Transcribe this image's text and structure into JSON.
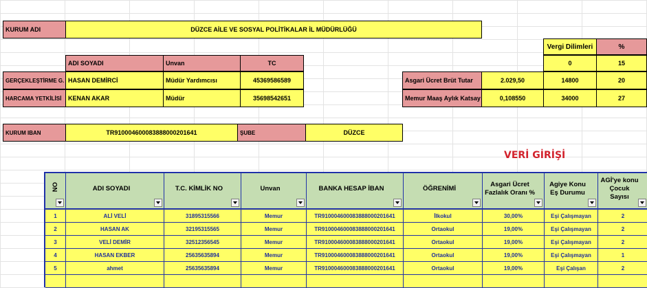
{
  "header": {
    "kurum_adi_label": "KURUM ADI",
    "kurum_adi_value": "DÜZCE AİLE VE SOSYAL POLİTİKALAR İL MÜDÜRLÜĞÜ"
  },
  "people": {
    "col_name": "ADI SOYADI",
    "col_title": "Unvan",
    "col_tc": "TC",
    "rows": [
      {
        "role": "GERÇEKLEŞTİRME G.",
        "name": "HASAN DEMİRCİ",
        "title": "Müdür Yardımcısı",
        "tc": "45369586589"
      },
      {
        "role": "HARCAMA YETKİLİSİ",
        "name": "KENAN AKAR",
        "title": "Müdür",
        "tc": "35698542651"
      }
    ]
  },
  "bank": {
    "iban_label": "KURUM IBAN",
    "iban_value": "TR910004600083888000201641",
    "branch_label": "ŞUBE",
    "branch_value": "DÜZCE"
  },
  "params": {
    "gross_min_label": "Asgari Ücret Brüt Tutar",
    "gross_min_value": "2.029,50",
    "coef_label": "Memur Maaş Aylık Katsay",
    "coef_value": "0,108550"
  },
  "tax": {
    "header_brackets": "Vergi Dilimleri",
    "header_pct": "%",
    "rows": [
      {
        "limit": "0",
        "pct": "15"
      },
      {
        "limit": "14800",
        "pct": "20"
      },
      {
        "limit": "34000",
        "pct": "27"
      }
    ]
  },
  "section_title": "VERİ GİRİŞİ",
  "table": {
    "headers": [
      "NO",
      "ADI SOYADI",
      "T.C. KİMLİK NO",
      "Unvan",
      "BANKA HESAP İBAN",
      "ÖĞRENİMİ",
      "Asgari Ücret Fazlalık Oranı %",
      "Agiye Konu Eş Durumu",
      "AGİ'ye konu Çocuk Sayısı"
    ],
    "rows": [
      [
        "1",
        "ALİ VELİ",
        "31895315566",
        "Memur",
        "TR910004600083888000201641",
        "İlkokul",
        "30,00%",
        "Eşi Çalışmayan",
        "2"
      ],
      [
        "2",
        "HASAN AK",
        "32195315565",
        "Memur",
        "TR910004600083888000201641",
        "Ortaokul",
        "19,00%",
        "Eşi Çalışmayan",
        "2"
      ],
      [
        "3",
        "VELİ DEMİR",
        "32512356545",
        "Memur",
        "TR910004600083888000201641",
        "Ortaokul",
        "19,00%",
        "Eşi Çalışmayan",
        "2"
      ],
      [
        "4",
        "HASAN EKBER",
        "25635635894",
        "Memur",
        "TR910004600083888000201641",
        "Ortaokul",
        "19,00%",
        "Eşi Çalışmayan",
        "1"
      ],
      [
        "5",
        "ahmet",
        "25635635894",
        "Memur",
        "TR910004600083888000201641",
        "Ortaokul",
        "19,00%",
        "Eşi Çalışan",
        "2"
      ]
    ]
  }
}
